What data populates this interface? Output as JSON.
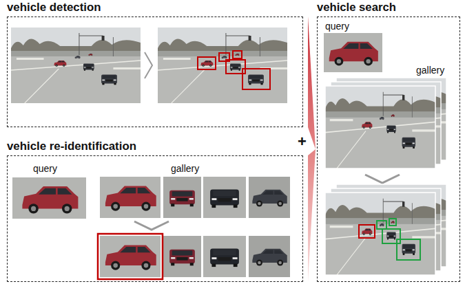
{
  "diagram": {
    "nodes": [
      {
        "text": [
          "vehicle detection"
        ]
      },
      {
        "text": [
          "vehicle re-identification"
        ]
      },
      {
        "text": [
          "vehicle search"
        ]
      }
    ],
    "edges": [
      {
        "from": 0,
        "to": 2,
        "arrow": "to"
      },
      {
        "from": 1,
        "to": 2,
        "arrow": "to"
      }
    ],
    "labels": [
      "query",
      "gallery",
      "+",
      "query",
      "gallery"
    ]
  }
}
